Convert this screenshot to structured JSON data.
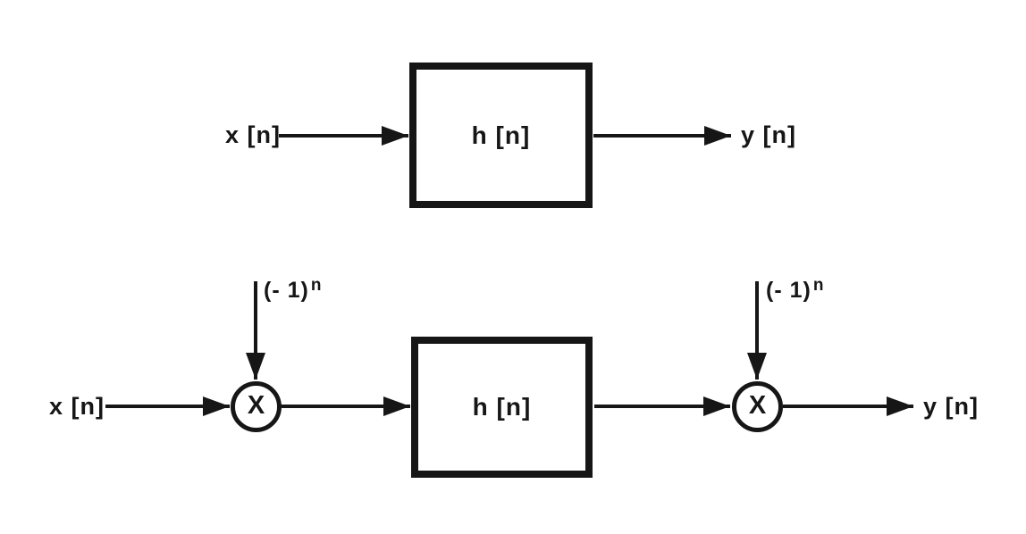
{
  "top_system": {
    "input_label": "x [n]",
    "block_label": "h [n]",
    "output_label": "y [n]"
  },
  "bottom_system": {
    "input_label": "x [n]",
    "block_label": "h [n]",
    "output_label": "y [n]",
    "multiplier_symbol": "X",
    "left_modulator": {
      "base": "(- 1)",
      "sup": "n"
    },
    "right_modulator": {
      "base": "(- 1)",
      "sup": "n"
    }
  },
  "colors": {
    "ink": "#161616",
    "background": "#ffffff"
  }
}
